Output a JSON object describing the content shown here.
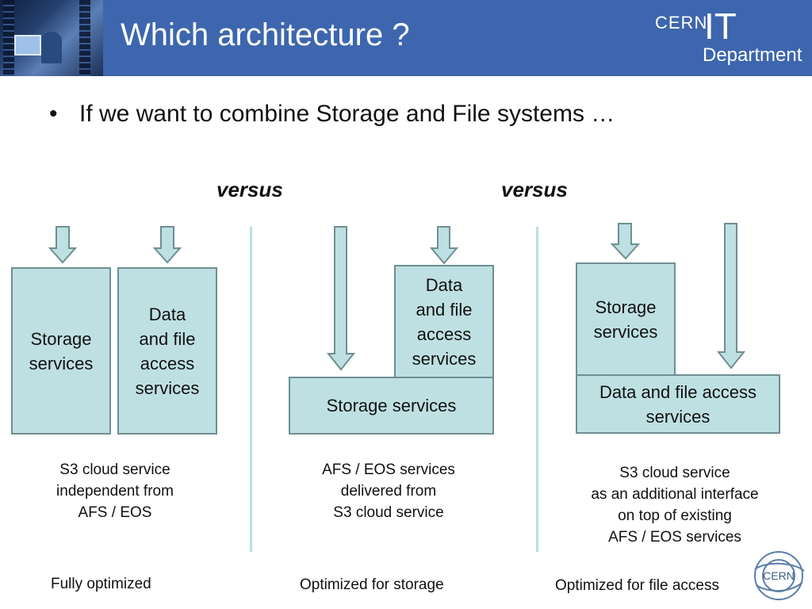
{
  "header": {
    "title": "Which architecture ?",
    "logo_text": {
      "cern": "CERN",
      "it": "IT",
      "department": "Department"
    },
    "colors": {
      "banner": "#3d66ae",
      "box_fill": "#bfe0e3",
      "box_border": "#6e8f92"
    }
  },
  "bullet": {
    "symbol": "•",
    "text": "If we want to combine Storage and File systems …"
  },
  "versus": [
    "versus",
    "versus"
  ],
  "panels": [
    {
      "boxes": [
        "Storage\nservices",
        "Data\nand file\naccess\nservices"
      ],
      "caption": "S3 cloud service\nindependent from\nAFS / EOS",
      "footer": "Fully optimized"
    },
    {
      "boxes": [
        "Data\nand file\naccess\nservices",
        "Storage services"
      ],
      "caption": "AFS / EOS services\ndelivered from\nS3 cloud service",
      "footer": "Optimized for storage"
    },
    {
      "boxes": [
        "Storage\nservices",
        "Data and file access\nservices"
      ],
      "caption": "S3 cloud service\nas an additional interface\non top of existing\nAFS / EOS services",
      "footer": "Optimized for file access"
    }
  ],
  "seal_text": "CERN"
}
